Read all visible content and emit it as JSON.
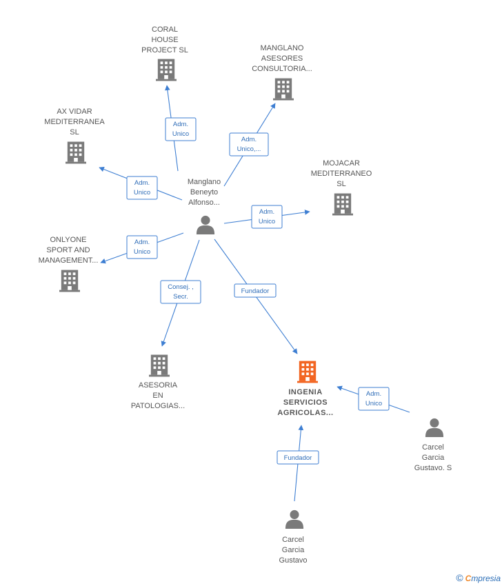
{
  "colors": {
    "edge": "#3d7ed2",
    "company": "#7a7a7a",
    "company_main": "#f26522",
    "person": "#7a7a7a"
  },
  "nodes": [
    {
      "id": "coral",
      "kind": "company",
      "lines": [
        "CORAL",
        "HOUSE",
        "PROJECT  SL"
      ]
    },
    {
      "id": "manglanoA",
      "kind": "company",
      "lines": [
        "MANGLANO",
        "ASESORES",
        "CONSULTORIA..."
      ]
    },
    {
      "id": "axvidar",
      "kind": "company",
      "lines": [
        "AX VIDAR",
        "MEDITERRANEA",
        "SL"
      ]
    },
    {
      "id": "mojacar",
      "kind": "company",
      "lines": [
        "MOJACAR",
        "MEDITERRANEO",
        "SL"
      ]
    },
    {
      "id": "onlyone",
      "kind": "company",
      "lines": [
        "ONLYONE",
        "SPORT AND",
        "MANAGEMENT..."
      ]
    },
    {
      "id": "asesoria",
      "kind": "company",
      "lines": [
        "ASESORIA",
        "EN",
        "PATOLOGIAS..."
      ]
    },
    {
      "id": "ingenia",
      "kind": "company_main",
      "lines": [
        "INGENIA",
        "SERVICIOS",
        "AGRICOLAS..."
      ]
    },
    {
      "id": "manglanoP",
      "kind": "person",
      "lines": [
        "Manglano",
        "Beneyto",
        "Alfonso..."
      ]
    },
    {
      "id": "carcelS",
      "kind": "person",
      "lines": [
        "Carcel",
        "Garcia",
        "Gustavo.  S"
      ]
    },
    {
      "id": "carcel",
      "kind": "person",
      "lines": [
        "Carcel",
        "Garcia",
        "Gustavo"
      ]
    }
  ],
  "edges": [
    {
      "from": "manglanoP",
      "to": "coral",
      "lines": [
        "Adm.",
        "Unico"
      ]
    },
    {
      "from": "manglanoP",
      "to": "manglanoA",
      "lines": [
        "Adm.",
        "Unico,..."
      ]
    },
    {
      "from": "manglanoP",
      "to": "axvidar",
      "lines": [
        "Adm.",
        "Unico"
      ]
    },
    {
      "from": "manglanoP",
      "to": "mojacar",
      "lines": [
        "Adm.",
        "Unico"
      ]
    },
    {
      "from": "manglanoP",
      "to": "onlyone",
      "lines": [
        "Adm.",
        "Unico"
      ]
    },
    {
      "from": "manglanoP",
      "to": "asesoria",
      "lines": [
        "Consej. ,",
        "Secr."
      ]
    },
    {
      "from": "manglanoP",
      "to": "ingenia",
      "lines": [
        "Fundador"
      ]
    },
    {
      "from": "carcelS",
      "to": "ingenia",
      "lines": [
        "Adm.",
        "Unico"
      ]
    },
    {
      "from": "carcel",
      "to": "ingenia",
      "lines": [
        "Fundador"
      ]
    }
  ],
  "footer": {
    "copyright": "©",
    "brand_first": "C",
    "brand_rest": "mpresia"
  }
}
